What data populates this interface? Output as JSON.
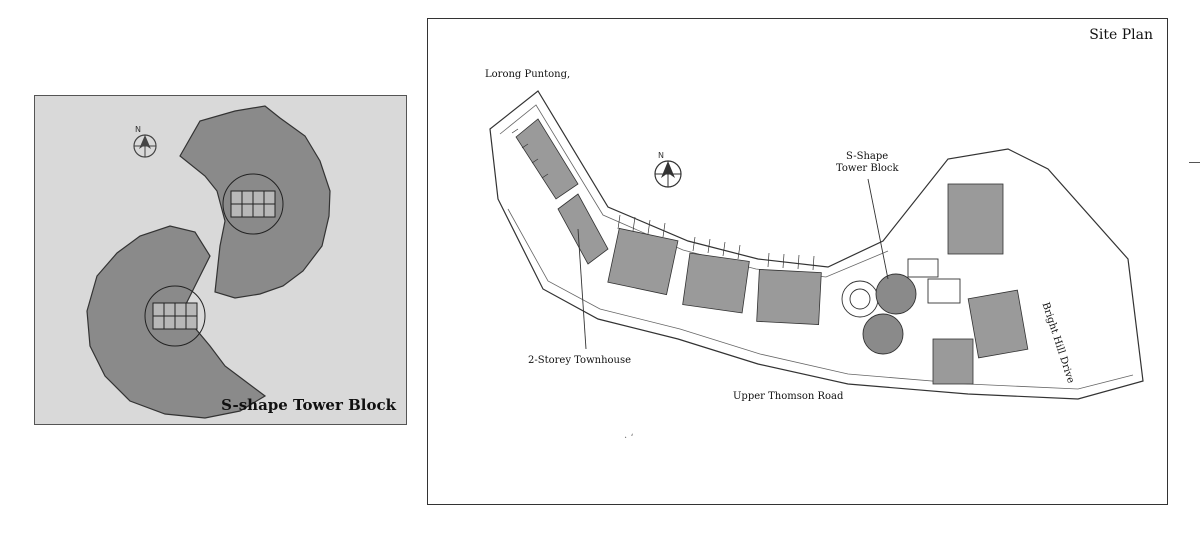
{
  "tower_panel": {
    "caption": "S-shape Tower Block",
    "north_marker": "N"
  },
  "site_panel": {
    "title": "Site Plan",
    "north_marker": "N",
    "labels": {
      "lorong": "Lorong Puntong,",
      "s_shape_line1": "S-Shape",
      "s_shape_line2": "Tower Block",
      "townhouse": "2-Storey Townhouse",
      "upper_thomson": "Upper Thomson Road",
      "bright_hill": "Bright Hill Drive"
    },
    "stray_mark": "· ʻ"
  },
  "colors": {
    "tower_fill": "#8a8a8a",
    "tower_bg": "#d9d9d9",
    "block_fill": "#9a9a9a",
    "line": "#333333"
  }
}
